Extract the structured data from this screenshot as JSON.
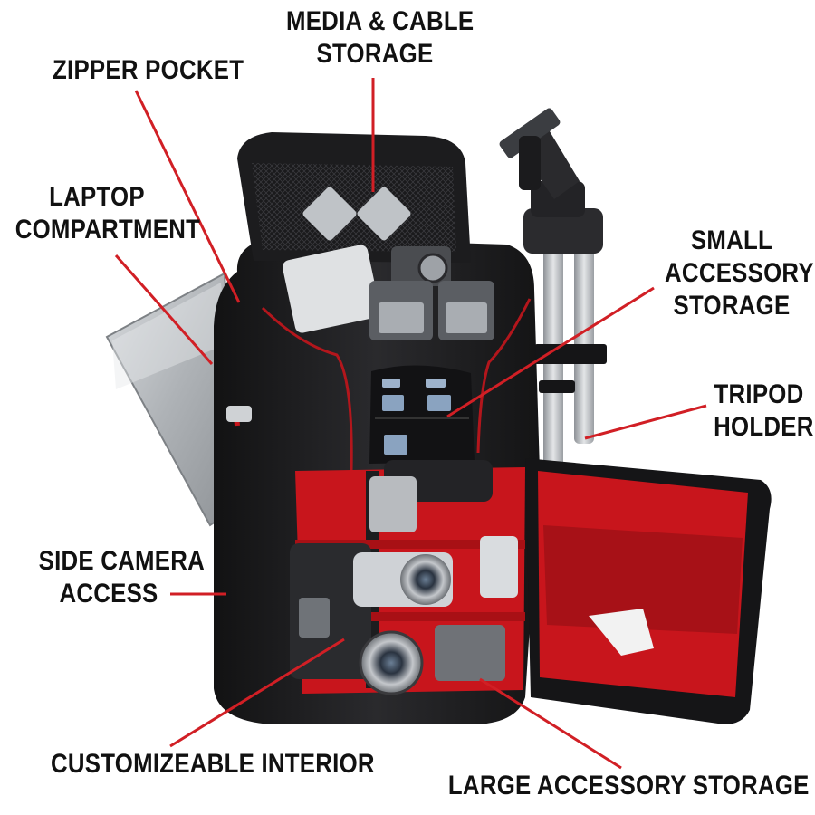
{
  "callouts": {
    "media_cable": [
      "MEDIA & CABLE",
      "STORAGE"
    ],
    "zipper_pocket": [
      "ZIPPER POCKET"
    ],
    "laptop": [
      "LAPTOP",
      "COMPARTMENT"
    ],
    "small_accessory": [
      "SMALL",
      "ACCESSORY",
      "STORAGE"
    ],
    "tripod_holder": [
      "TRIPOD",
      "HOLDER"
    ],
    "side_camera": [
      "SIDE CAMERA",
      "ACCESS"
    ],
    "customizeable": [
      "CUSTOMIZEABLE INTERIOR"
    ],
    "large_accessory": [
      "LARGE ACCESSORY STORAGE"
    ]
  },
  "colors": {
    "leader_line": "#d11f25",
    "bag_body": "#1c1c1e",
    "interior": "#c8151c",
    "laptop": "#b9bcbf",
    "tripod_metal": "#c9ccd0",
    "label_text": "#111111"
  }
}
